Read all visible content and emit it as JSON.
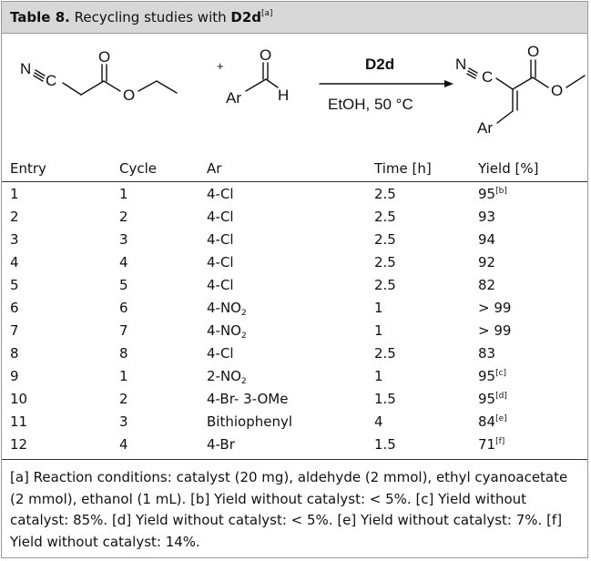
{
  "table": {
    "title_prefix": "Table 8.",
    "title_text": " Recycling studies with ",
    "title_catalyst": "D2d",
    "title_mark": "[a]"
  },
  "scheme": {
    "reactant1_n": "N",
    "reactant1_c": "C",
    "reactant1_o_carbonyl": "O",
    "reactant1_o_ester": "O",
    "plus": "+",
    "reactant2_ar": "Ar",
    "reactant2_o": "O",
    "reactant2_h": "H",
    "arrow_reagent": "D2d",
    "arrow_conditions": "EtOH, 50 °C",
    "product_n": "N",
    "product_c": "C",
    "product_o_carbonyl": "O",
    "product_o_ester": "O",
    "product_ar": "Ar"
  },
  "columns": [
    "Entry",
    "Cycle",
    "Ar",
    "Time [h]",
    "Yield [%]"
  ],
  "rows": [
    {
      "entry": "1",
      "cycle": "1",
      "ar": "4-Cl",
      "ar_sub": "",
      "ar_tail": "",
      "time": "2.5",
      "yield": "95",
      "yield_note": "[b]"
    },
    {
      "entry": "2",
      "cycle": "2",
      "ar": "4-Cl",
      "ar_sub": "",
      "ar_tail": "",
      "time": "2.5",
      "yield": "93",
      "yield_note": ""
    },
    {
      "entry": "3",
      "cycle": "3",
      "ar": "4-Cl",
      "ar_sub": "",
      "ar_tail": "",
      "time": "2.5",
      "yield": "94",
      "yield_note": ""
    },
    {
      "entry": "4",
      "cycle": "4",
      "ar": "4-Cl",
      "ar_sub": "",
      "ar_tail": "",
      "time": "2.5",
      "yield": "92",
      "yield_note": ""
    },
    {
      "entry": "5",
      "cycle": "5",
      "ar": "4-Cl",
      "ar_sub": "",
      "ar_tail": "",
      "time": "2.5",
      "yield": "82",
      "yield_note": ""
    },
    {
      "entry": "6",
      "cycle": "6",
      "ar": "4-NO",
      "ar_sub": "2",
      "ar_tail": "",
      "time": "1",
      "yield": "> 99",
      "yield_note": ""
    },
    {
      "entry": "7",
      "cycle": "7",
      "ar": "4-NO",
      "ar_sub": "2",
      "ar_tail": "",
      "time": "1",
      "yield": "> 99",
      "yield_note": ""
    },
    {
      "entry": "8",
      "cycle": "8",
      "ar": "4-Cl",
      "ar_sub": "",
      "ar_tail": "",
      "time": "2.5",
      "yield": "83",
      "yield_note": ""
    },
    {
      "entry": "9",
      "cycle": "1",
      "ar": "2-NO",
      "ar_sub": "2",
      "ar_tail": "",
      "time": "1",
      "yield": "95",
      "yield_note": "[c]"
    },
    {
      "entry": "10",
      "cycle": "2",
      "ar": "4-Br- 3-OMe",
      "ar_sub": "",
      "ar_tail": "",
      "time": "1.5",
      "yield": "95",
      "yield_note": "[d]"
    },
    {
      "entry": "11",
      "cycle": "3",
      "ar": "Bithiophenyl",
      "ar_sub": "",
      "ar_tail": "",
      "time": "4",
      "yield": "84",
      "yield_note": "[e]"
    },
    {
      "entry": "12",
      "cycle": "4",
      "ar": "4-Br",
      "ar_sub": "",
      "ar_tail": "",
      "time": "1.5",
      "yield": "71",
      "yield_note": "[f]"
    }
  ],
  "footnotes": "[a] Reaction conditions: catalyst (20 mg), aldehyde (2 mmol), ethyl cyanoacetate (2 mmol), ethanol (1 mL). [b] Yield without catalyst: < 5%. [c] Yield without catalyst: 85%. [d] Yield without catalyst: < 5%. [e] Yield without catalyst: 7%. [f] Yield without catalyst: 14%."
}
